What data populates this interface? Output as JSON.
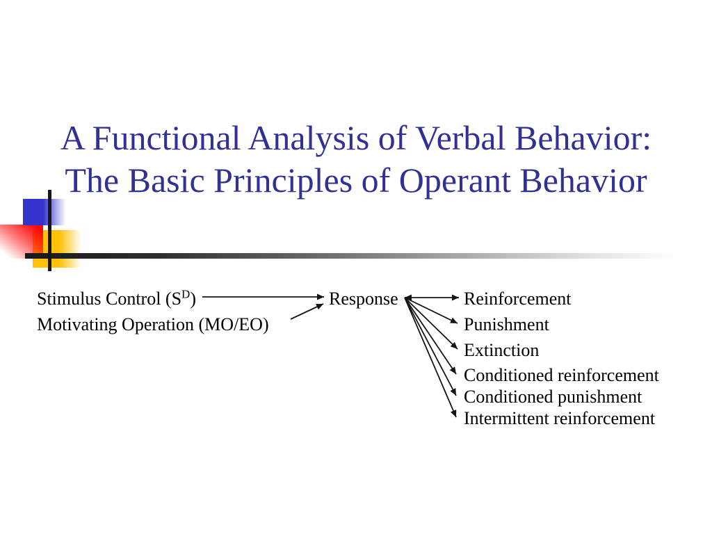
{
  "slide": {
    "background": "#ffffff",
    "title": {
      "line1": "A Functional Analysis of Verbal Behavior:",
      "line2": "The Basic Principles of Operant Behavior",
      "color": "#313193"
    },
    "diagram": {
      "antecedents": {
        "stimulus": {
          "prefix": "Stimulus Control (S",
          "superscript": "D",
          "suffix": ")"
        },
        "motivating_operation": "Motivating Operation (MO/EO)"
      },
      "response": "Response",
      "consequences": [
        "Reinforcement",
        "Punishment",
        "Extinction",
        "Conditioned reinforcement",
        "Conditioned punishment",
        "Intermittent reinforcement"
      ],
      "relations": [
        {
          "from": "Stimulus Control (SD)",
          "to": "Response",
          "arrowhead": "at-response"
        },
        {
          "from": "Motivating Operation (MO/EO)",
          "to": "Response",
          "arrowhead": "at-response"
        },
        {
          "from": "Response",
          "to": "Reinforcement",
          "arrowhead": "both-ends"
        },
        {
          "from": "Response",
          "to": "Punishment",
          "arrowhead": "at-consequence"
        },
        {
          "from": "Response",
          "to": "Extinction",
          "arrowhead": "at-consequence"
        },
        {
          "from": "Response",
          "to": "Conditioned reinforcement",
          "arrowhead": "at-consequence"
        },
        {
          "from": "Response",
          "to": "Conditioned punishment",
          "arrowhead": "at-consequence"
        },
        {
          "from": "Response",
          "to": "Intermittent reinforcement",
          "arrowhead": "at-consequence"
        }
      ],
      "text_color": "#000000",
      "arrow_color": "#141414"
    },
    "decoration": {
      "blue_square_color": "#3433cb",
      "red_square_color": "#ff0a0a",
      "yellow_square_color": "#ffc10a",
      "vertical_line_color": "#161616",
      "divider_dark_color": "#191919",
      "divider_fade_color": "#ffffff"
    }
  }
}
